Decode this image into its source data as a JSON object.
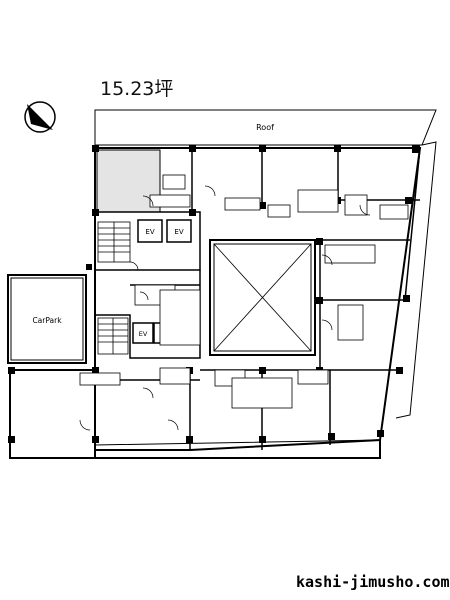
{
  "plan": {
    "area_label": "15.23坪",
    "roof_label": "Roof",
    "carpark_label": "CarPark",
    "elevator_label": "EV",
    "site_label": "kashi-jimusho.com"
  },
  "colors": {
    "line": "#000000",
    "highlight": "#e4e4e4",
    "background": "#ffffff"
  },
  "icons": {
    "compass": "north-arrow-icon"
  }
}
